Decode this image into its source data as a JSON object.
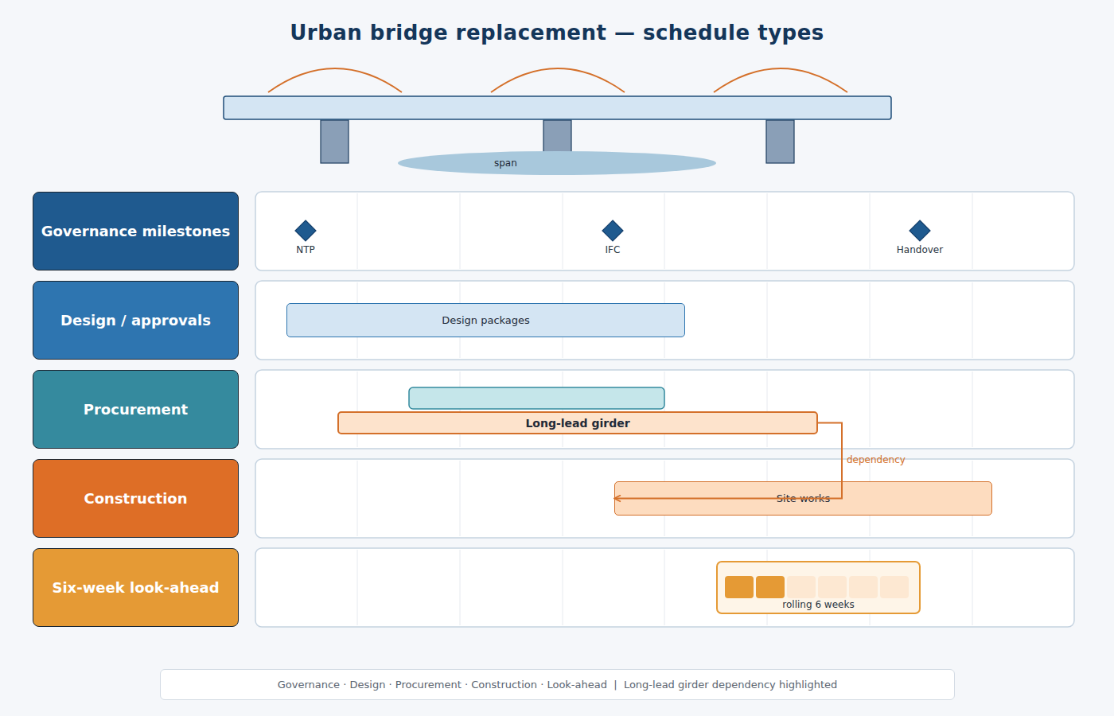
{
  "diagram": {
    "title": "Urban bridge replacement — schedule types",
    "caption": "Governance · Design · Procurement · Construction · Look-ahead  |  Long-lead girder dependency highlighted",
    "nodes": [
      {
        "text": [
          "span"
        ]
      },
      {
        "text": [
          "Governance milestones"
        ]
      },
      {
        "text": [
          "NTP"
        ]
      },
      {
        "text": [
          "IFC"
        ]
      },
      {
        "text": [
          "Handover"
        ]
      },
      {
        "text": [
          "Design / approvals"
        ]
      },
      {
        "text": [
          "Design packages"
        ]
      },
      {
        "text": [
          "Procurement"
        ]
      },
      {
        "text": [
          "Long-lead girder"
        ]
      },
      {
        "text": [
          "Construction"
        ]
      },
      {
        "text": [
          "Site works"
        ]
      },
      {
        "text": [
          "Six-week look-ahead"
        ]
      },
      {
        "text": [
          "rolling 6 weeks"
        ]
      }
    ],
    "edges": [
      {
        "from": 8,
        "to": 10,
        "label": "dependency",
        "arrow": "to"
      }
    ]
  }
}
